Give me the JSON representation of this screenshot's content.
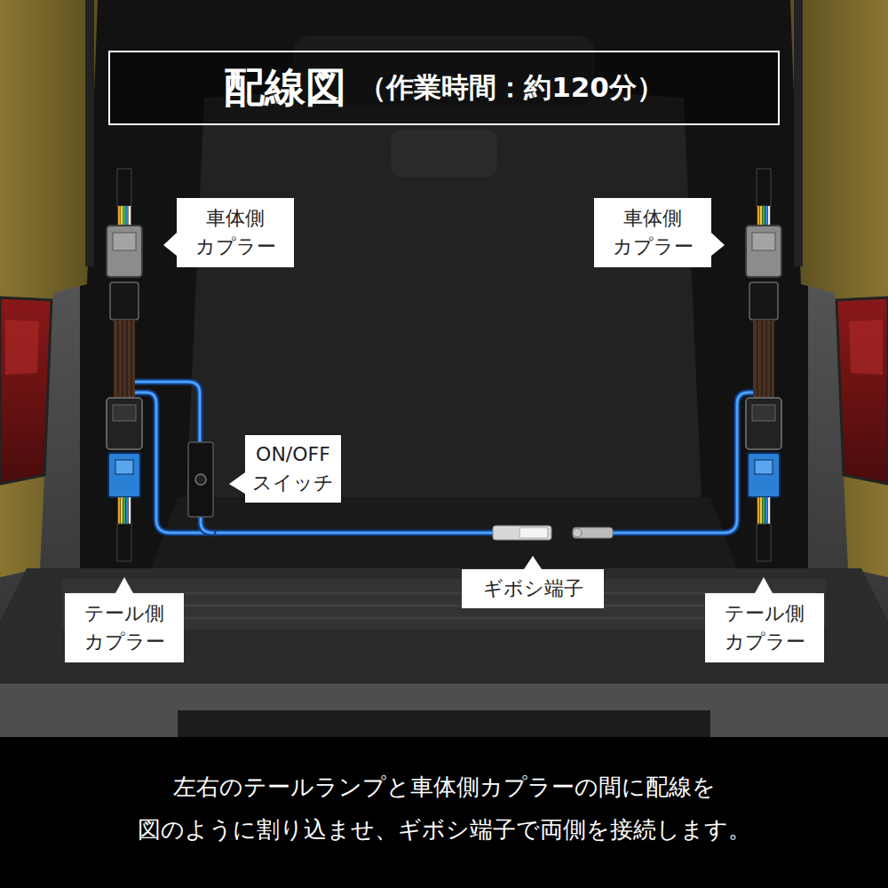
{
  "diagram": {
    "title": "配線図",
    "caption": "左右のテールランプと車体側カプラーの間に配線を 図のように割り込ませ、ギボシ端子で両側を接続します。",
    "nodes": [
      {
        "text": [
          "車体側 カプラー"
        ]
      },
      {
        "text": [
          "車体側 カプラー"
        ]
      },
      {
        "text": [
          "ON/OFF スイッチ"
        ]
      },
      {
        "text": [
          "ギボシ端子"
        ]
      },
      {
        "text": [
          "テール側 カプラー"
        ]
      },
      {
        "text": [
          "テール側 カプラー"
        ]
      }
    ],
    "labels": [
      "（作業時間：約120分）"
    ]
  }
}
